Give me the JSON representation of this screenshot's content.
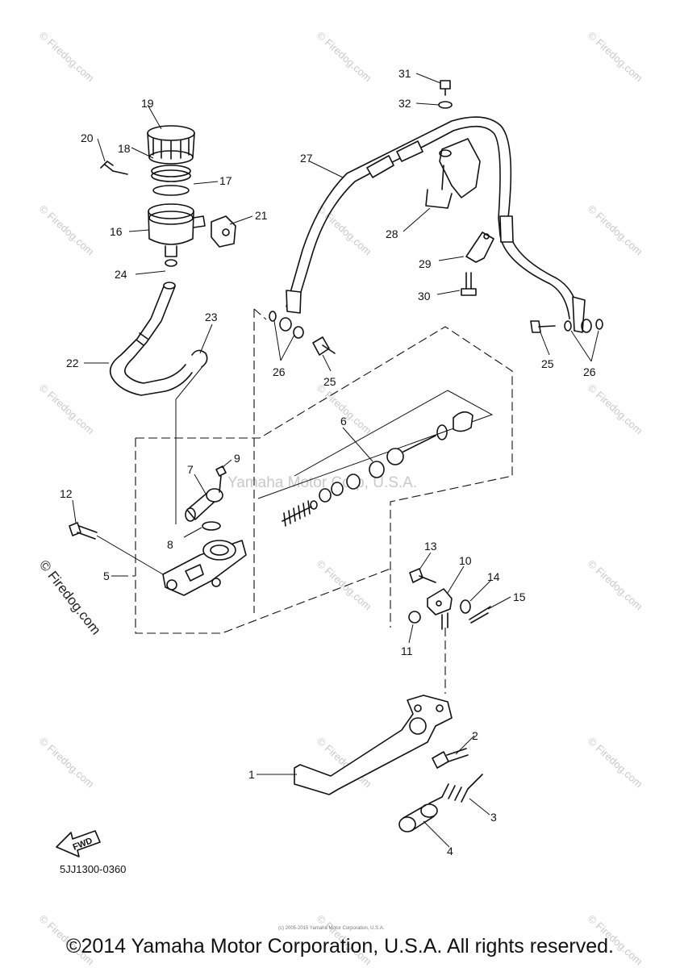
{
  "watermark": "© Firedog.com",
  "center_watermark": "Yamaha Motor Corp, U.S.A.",
  "fwd_label": "FWD",
  "diagram_code": "5JJ1300-0360",
  "small_note": "(c) 2005-2015 Yamaha Motor Corporation, U.S.A.",
  "copyright": "©2014 Yamaha Motor Corporation, U.S.A. All rights reserved.",
  "callouts": [
    "1",
    "2",
    "3",
    "4",
    "5",
    "6",
    "7",
    "8",
    "9",
    "10",
    "11",
    "12",
    "13",
    "14",
    "15",
    "16",
    "17",
    "18",
    "19",
    "20",
    "21",
    "22",
    "23",
    "24",
    "25",
    "25",
    "26",
    "26",
    "27",
    "28",
    "29",
    "30",
    "31",
    "32"
  ],
  "colors": {
    "ink": "#111111",
    "watermark": "#c9c9c9",
    "background": "#ffffff"
  }
}
